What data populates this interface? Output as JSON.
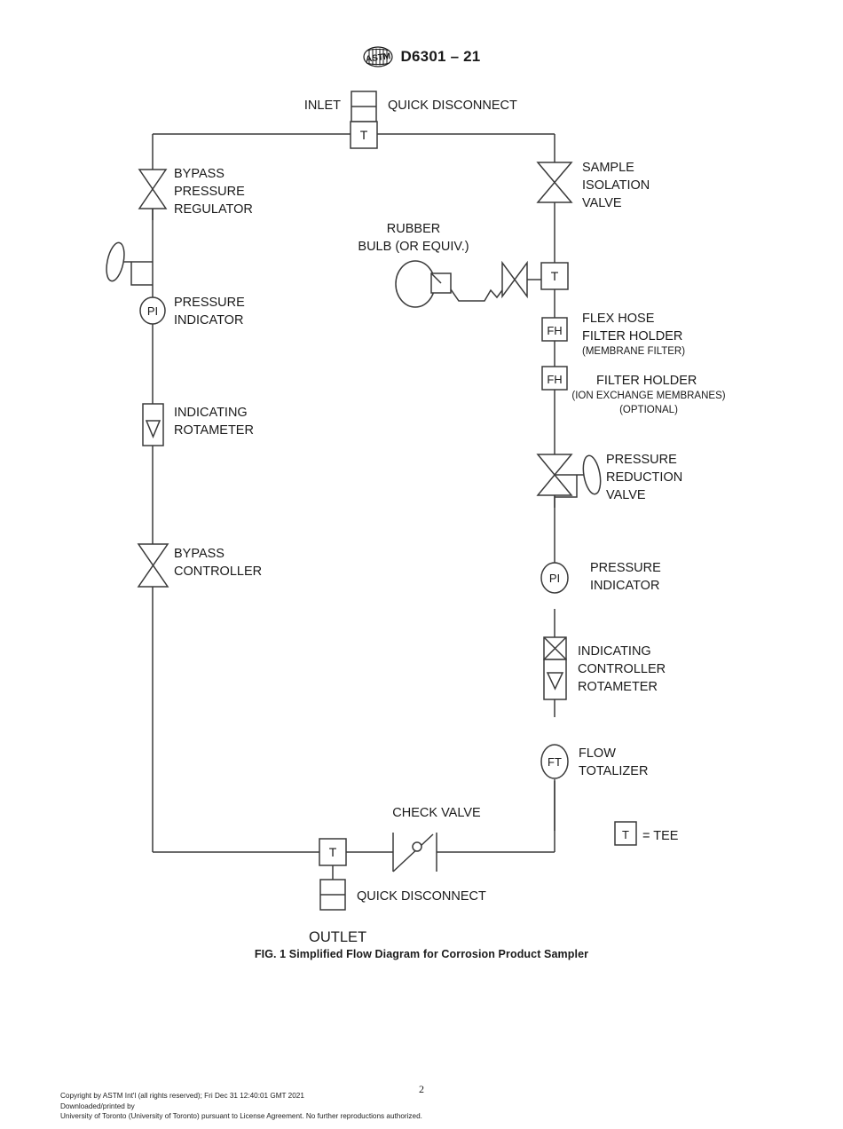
{
  "header": {
    "logo_alt": "astm-logo",
    "title": "D6301 – 21"
  },
  "diagram": {
    "caption": "FIG. 1 Simplified Flow Diagram for Corrosion Product Sampler",
    "labels": {
      "inlet": "INLET",
      "quick_disconnect_top": "QUICK DISCONNECT",
      "bypass_pressure_regulator": [
        "BYPASS",
        "PRESSURE",
        "REGULATOR"
      ],
      "sample_isolation_valve": [
        "SAMPLE",
        "ISOLATION",
        "VALVE"
      ],
      "rubber_bulb": [
        "RUBBER",
        "BULB (OR EQUIV.)"
      ],
      "pressure_indicator_left": [
        "PRESSURE",
        "INDICATOR"
      ],
      "flex_hose_filter_holder": [
        "FLEX HOSE",
        "FILTER HOLDER"
      ],
      "flex_hose_filter_holder_sub": "(MEMBRANE FILTER)",
      "filter_holder": "FILTER HOLDER",
      "filter_holder_sub1": "(ION EXCHANGE MEMBRANES)",
      "filter_holder_sub2": "(OPTIONAL)",
      "indicating_rotameter": [
        "INDICATING",
        "ROTAMETER"
      ],
      "pressure_reduction_valve": [
        "PRESSURE",
        "REDUCTION",
        "VALVE"
      ],
      "bypass_controller": [
        "BYPASS",
        "CONTROLLER"
      ],
      "pressure_indicator_right": [
        "PRESSURE",
        "INDICATOR"
      ],
      "indicating_controller_rotameter": [
        "INDICATING",
        "CONTROLLER",
        "ROTAMETER"
      ],
      "flow_totalizer": [
        "FLOW",
        "TOTALIZER"
      ],
      "check_valve": "CHECK VALVE",
      "quick_disconnect_bottom": "QUICK DISCONNECT",
      "outlet": "OUTLET",
      "legend_tee": "= TEE"
    },
    "tags": {
      "tee": "T",
      "pressure_indicator": "PI",
      "filter_holder": "FH",
      "flow_totalizer": "FT"
    },
    "colors": {
      "line": "#3a3a3a",
      "text": "#1a1a1a",
      "fill": "#ffffff"
    }
  },
  "footer": {
    "page_number": "2",
    "line1": "Copyright by ASTM Int'l (all rights reserved); Fri Dec 31 12:40:01 GMT 2021",
    "line2": "Downloaded/printed by",
    "line3": "University of Toronto (University of Toronto) pursuant to License Agreement. No further reproductions authorized."
  }
}
